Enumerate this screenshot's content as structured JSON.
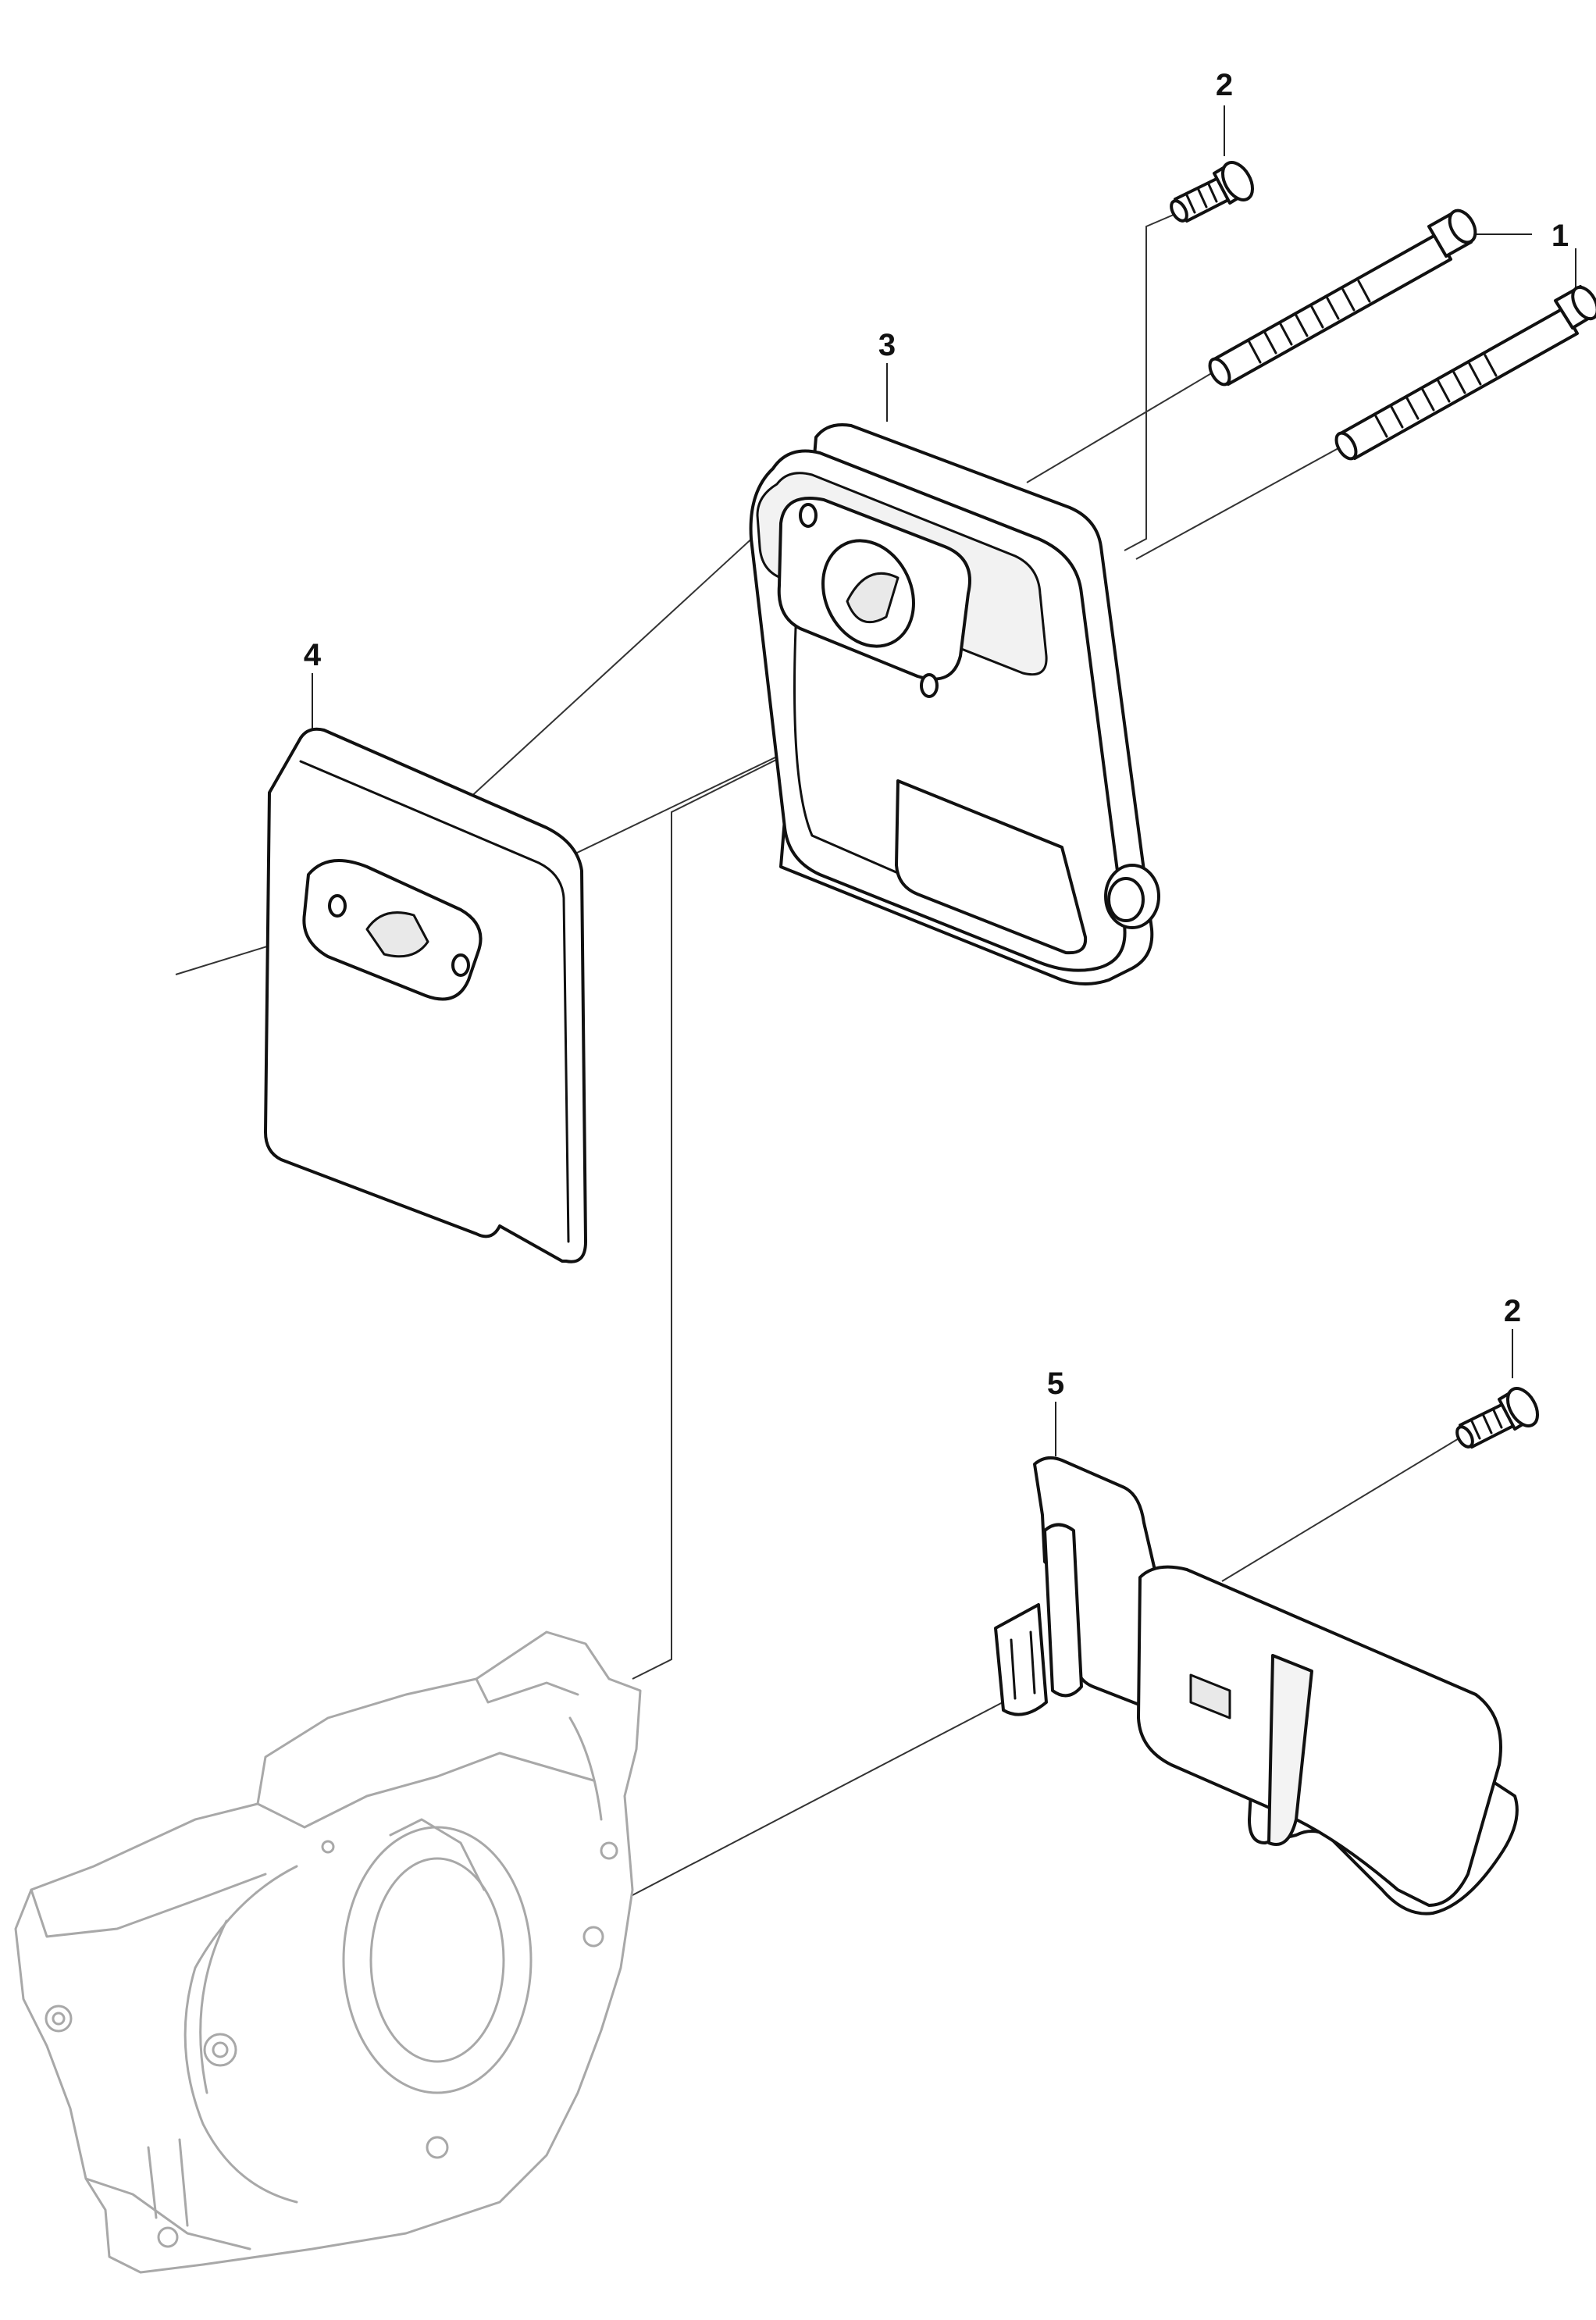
{
  "callouts": [
    {
      "id": "callout-1",
      "text": "1"
    },
    {
      "id": "callout-2-top",
      "text": "2"
    },
    {
      "id": "callout-3",
      "text": "3"
    },
    {
      "id": "callout-4",
      "text": "4"
    },
    {
      "id": "callout-2-bottom",
      "text": "2"
    },
    {
      "id": "callout-5",
      "text": "5"
    }
  ]
}
